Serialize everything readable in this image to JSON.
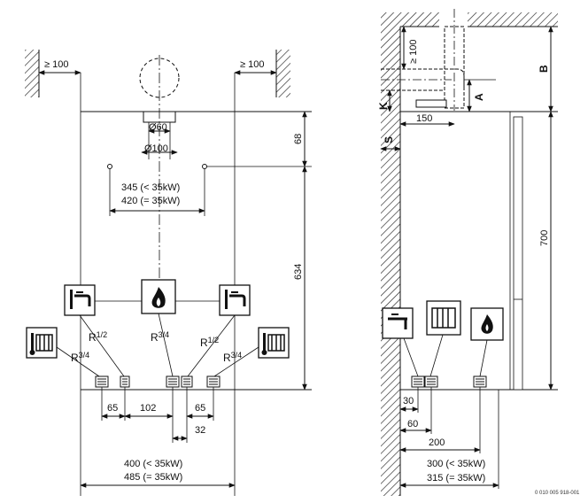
{
  "front": {
    "clearance_left": "≥ 100",
    "clearance_right": "≥ 100",
    "d60": "Ø60",
    "d100": "Ø100",
    "dim_68": "68",
    "dim_634": "634",
    "width_345": "345 (< 35kW)",
    "width_420": "420 (= 35kW)",
    "r12_left": "R",
    "r12_left_frac": "1/2",
    "r34_center": "R",
    "r34_center_frac": "3/4",
    "r12_right": "R",
    "r12_right_frac": "1/2",
    "r34_left": "R",
    "r34_left_frac": "3/4",
    "r34_right": "R",
    "r34_right_frac": "3/4",
    "dim_65_left": "65",
    "dim_102": "102",
    "dim_65_right": "65",
    "dim_32": "32",
    "width_400": "400 (< 35kW)",
    "width_485": "485 (= 35kW)"
  },
  "side": {
    "clearance_top": "≥ 100",
    "label_b": "B",
    "label_a": "A",
    "label_k": "K",
    "label_s": "S",
    "dim_150": "150",
    "dim_700": "700",
    "dim_30": "30",
    "dim_60": "60",
    "dim_200": "200",
    "depth_300": "300 (< 35kW)",
    "depth_315": "315 (= 35kW)"
  },
  "doc_code": "0 010 005 918-001"
}
